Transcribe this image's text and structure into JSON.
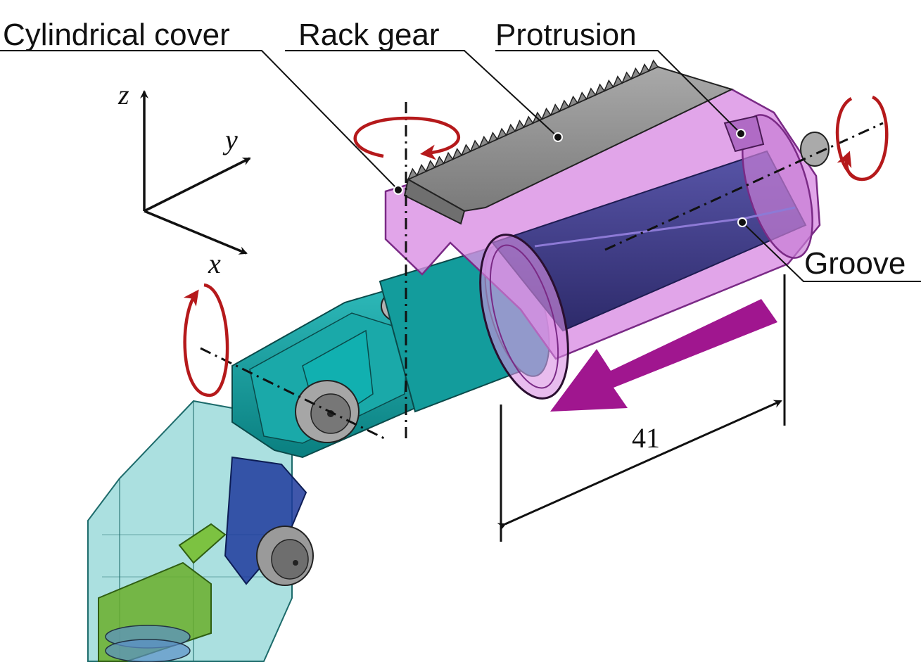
{
  "labels": {
    "cylindrical_cover": "Cylindrical cover",
    "rack_gear": "Rack gear",
    "protrusion": "Protrusion",
    "groove": "Groove"
  },
  "axes": {
    "x": "x",
    "y": "y",
    "z": "z"
  },
  "dimension": {
    "value": "41"
  },
  "colors": {
    "cover": "#d98fe3",
    "cover_edge": "#7a2a86",
    "rack": "#8f8f8f",
    "inner_cylinder": "#3d3a86",
    "teal_link": "#0f9a9a",
    "transparent_base": "#7fd1d1",
    "blue_joint": "#1e3a9c",
    "green_part": "#6aae2a",
    "rotation_arrow": "#b5191b",
    "motion_arrow": "#a0168f"
  }
}
